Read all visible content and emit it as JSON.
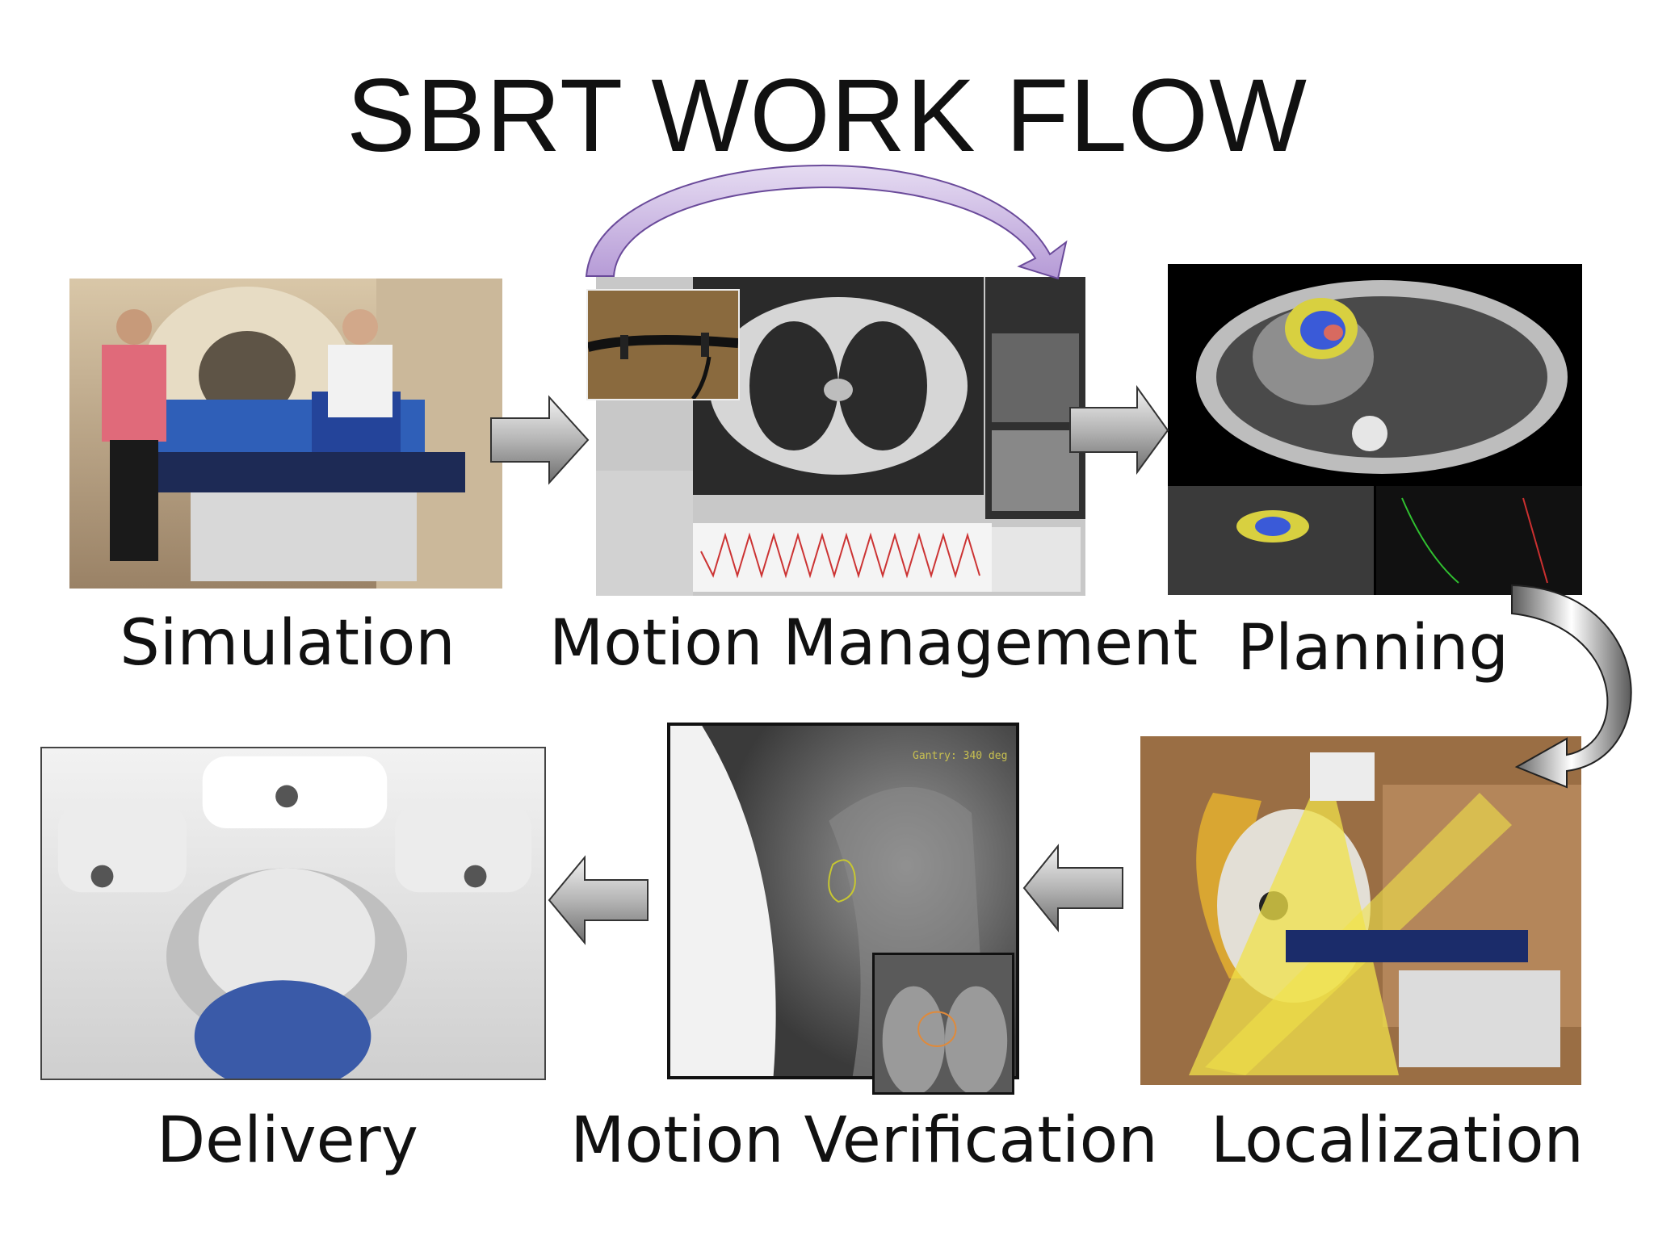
{
  "title": "SBRT WORK FLOW",
  "steps": [
    {
      "label": "Simulation"
    },
    {
      "label": "Motion Management"
    },
    {
      "label": "Planning"
    },
    {
      "label": "Localization"
    },
    {
      "label": "Motion Verification"
    },
    {
      "label": "Delivery"
    }
  ],
  "overlay": {
    "gantry": "Gantry: 340 deg"
  },
  "colors": {
    "loop_arrow": "#b59ad6",
    "arrow_fill": "#a8a8a8",
    "text": "#111111"
  }
}
